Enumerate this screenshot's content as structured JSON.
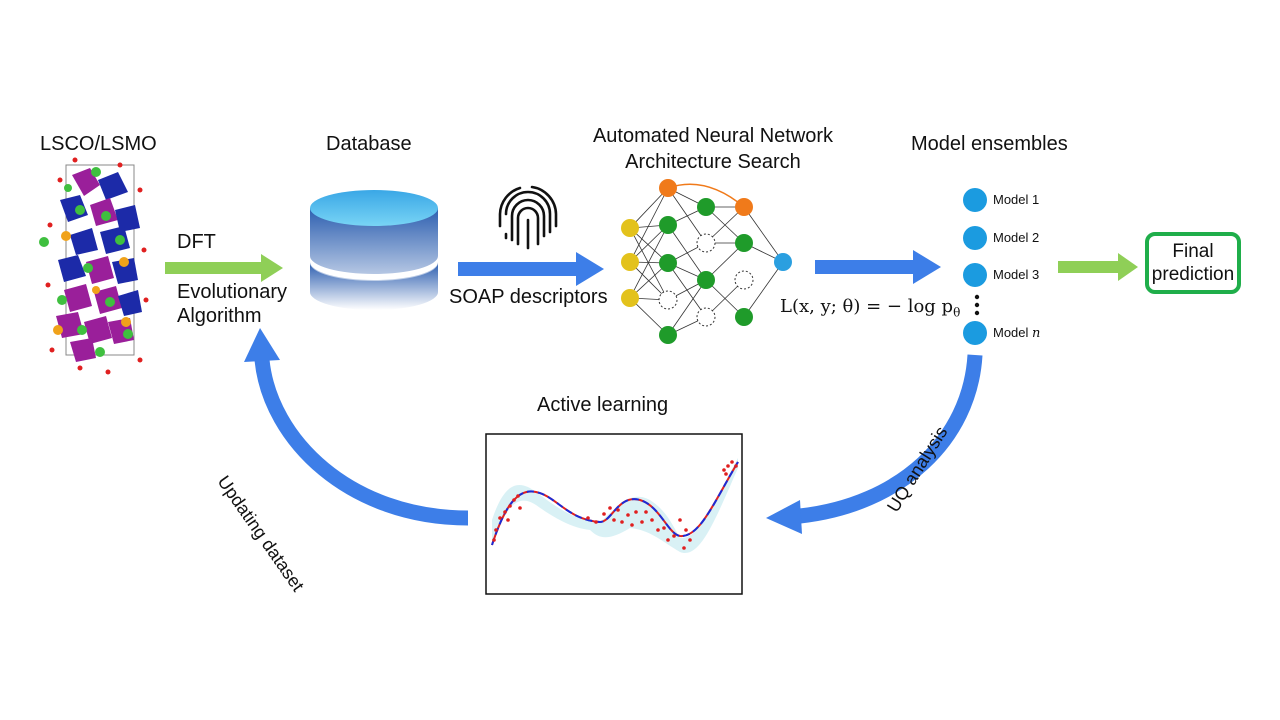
{
  "labels": {
    "material": "LSCO/LSMO",
    "database": "Database",
    "nas_title_line1": "Automated Neural Network",
    "nas_title_line2": "Architecture Search",
    "ensembles": "Model ensembles",
    "dft": "DFT",
    "evolutionary_line1": "Evolutionary",
    "evolutionary_line2": "Algorithm",
    "soap": "SOAP descriptors",
    "active_learning": "Active learning",
    "updating_dataset": "Updating dataset",
    "uq_analysis": "UQ analysis",
    "final_line1": "Final",
    "final_line2": "prediction",
    "loss": "L(x, y; θ) = − log p",
    "loss_sub": "θ"
  },
  "models": {
    "items": [
      "Model 1",
      "Model 2",
      "Model 3"
    ],
    "last_prefix": "Model ",
    "last_var": "n"
  },
  "colors": {
    "arrow_blue": "#3d7ee8",
    "arrow_green": "#8fcf57",
    "final_border": "#1fae4a",
    "node_yellow": "#e3c21c",
    "node_green": "#1f9b2a",
    "node_orange": "#f07a1a",
    "node_blue": "#2a9fe0",
    "model_blue": "#1b9be0",
    "db_top": "#57c6ef",
    "db_body": "#2f66b8",
    "plot_fit": "#1a2bd6",
    "plot_points": "#e01f1f",
    "plot_band": "#cfeef2"
  }
}
